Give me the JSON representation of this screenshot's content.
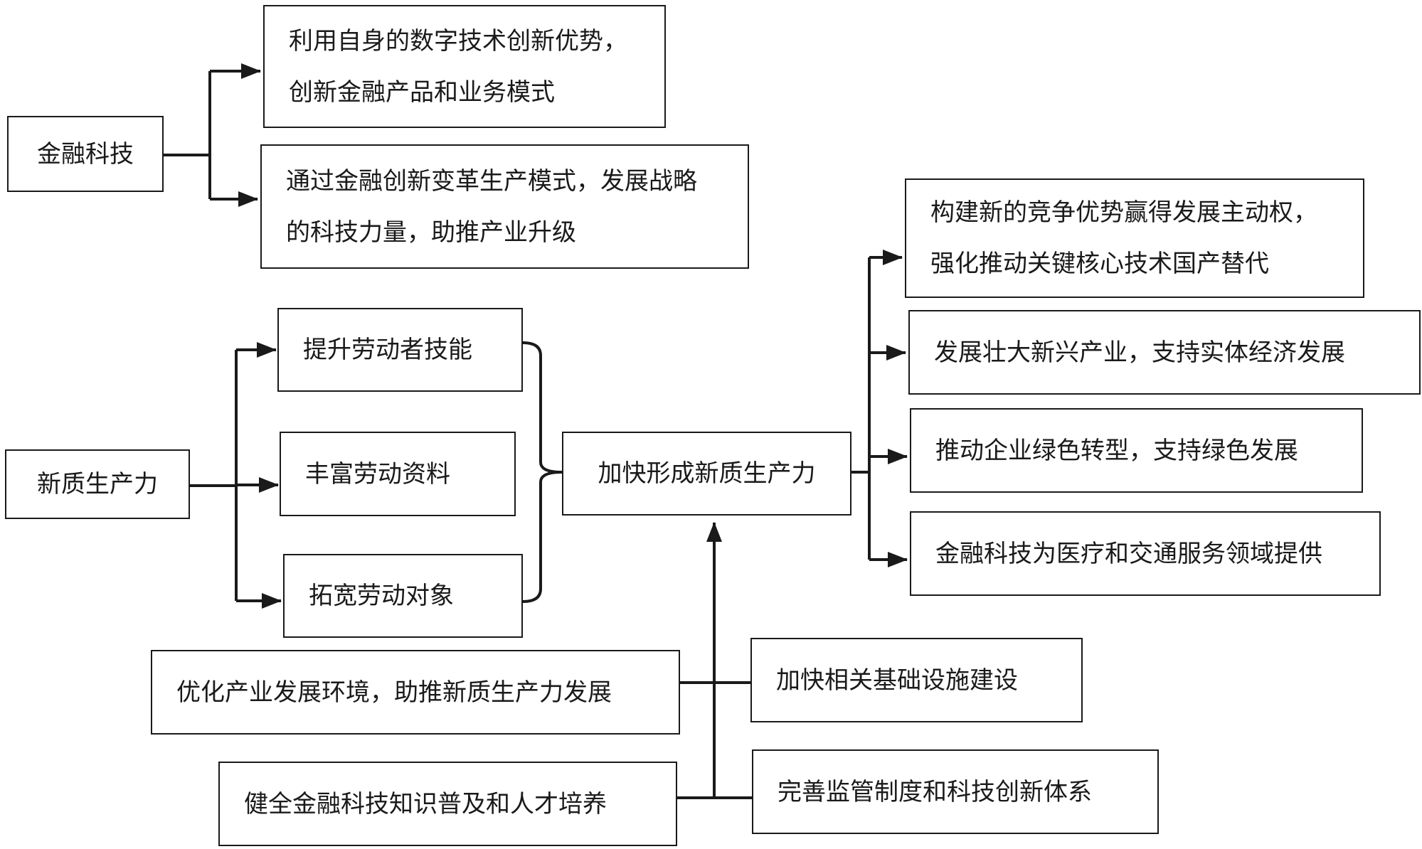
{
  "nodes": {
    "fintech": "金融科技",
    "fintech_a_1": "利用自身的数字技术创新优势，",
    "fintech_a_2": "创新金融产品和业务模式",
    "fintech_b_1": "通过金融创新变革生产模式，发展战略",
    "fintech_b_2": "的科技力量，助推产业升级",
    "npf": "新质生产力",
    "skill": "提升劳动者技能",
    "means": "丰富劳动资料",
    "object": "拓宽劳动对象",
    "accelerate": "加快形成新质生产力",
    "r1_1": "构建新的竞争优势赢得发展主动权，",
    "r1_2": "强化推动关键核心技术国产替代",
    "r2": "发展壮大新兴产业，支持实体经济发展",
    "r3": "推动企业绿色转型，支持绿色发展",
    "r4": "金融科技为医疗和交通服务领域提供",
    "optimize": "优化产业发展环境，助推新质生产力发展",
    "infra": "加快相关基础设施建设",
    "talent": "健全金融科技知识普及和人才培养",
    "regulate": "完善监管制度和科技创新体系"
  }
}
